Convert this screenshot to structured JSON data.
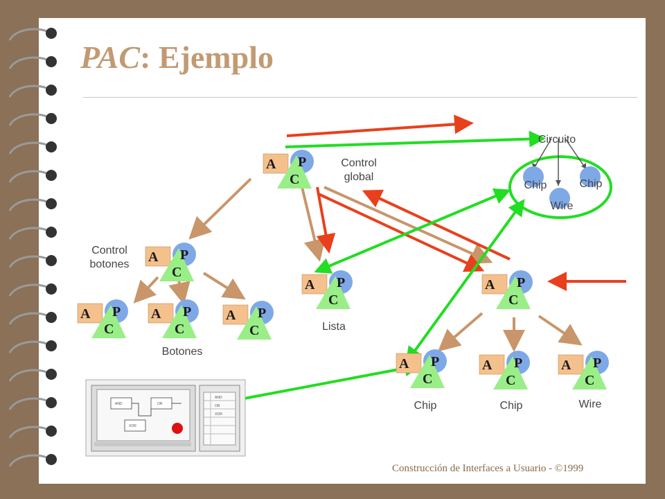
{
  "slide": {
    "title_prefix": "PAC",
    "title_rest": ": Ejemplo",
    "footer": "Construcción de Interfaces a Usuario - ©1999"
  },
  "pac_letters": {
    "a": "A",
    "p": "P",
    "c": "C"
  },
  "labels": {
    "control_global": [
      "Control",
      "global"
    ],
    "control_botones": [
      "Control",
      "botones"
    ],
    "botones": "Botones",
    "lista": "Lista",
    "chip_left": "Chip",
    "chip_mid": "Chip",
    "wire": "Wire"
  },
  "circuit_tree": {
    "root": "Circuito",
    "children": [
      "Chip",
      "Chip",
      "Wire"
    ]
  },
  "mini_window": {
    "gates": [
      "AND",
      "OR",
      "XOR"
    ],
    "list_items": [
      "AND",
      "OR",
      "XOR"
    ]
  },
  "colors": {
    "tan_arrow": "#c8966a",
    "red_arrow": "#e8401c",
    "green_arrow": "#22dd22",
    "a_box": "#f4c08c",
    "p_circle": "#7fa8e6",
    "c_triangle": "#99ee88",
    "title": "#c29a72"
  }
}
